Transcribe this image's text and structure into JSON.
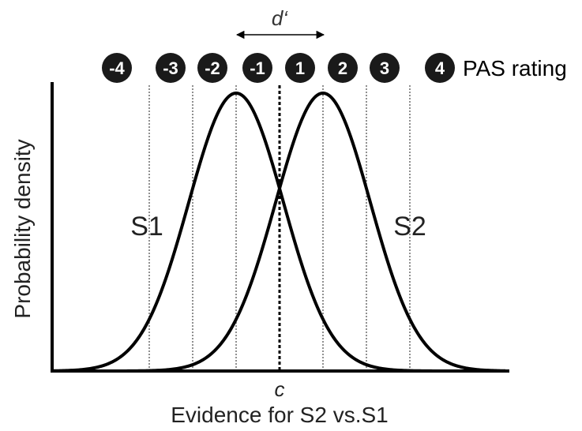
{
  "diagram": {
    "d_prime_label": "d‘",
    "rating_label": "PAS rating",
    "ratings": [
      "-4",
      "-3",
      "-2",
      "-1",
      "1",
      "2",
      "3",
      "4"
    ],
    "distributions": [
      "S1",
      "S2"
    ],
    "y_axis_label": "Probability density",
    "criterion_label": "c",
    "x_axis_label": "Evidence for S2 vs.S1",
    "colors": {
      "ink": "#000000",
      "badge_fill": "#1a1a1a",
      "badge_text": "#ffffff"
    }
  }
}
